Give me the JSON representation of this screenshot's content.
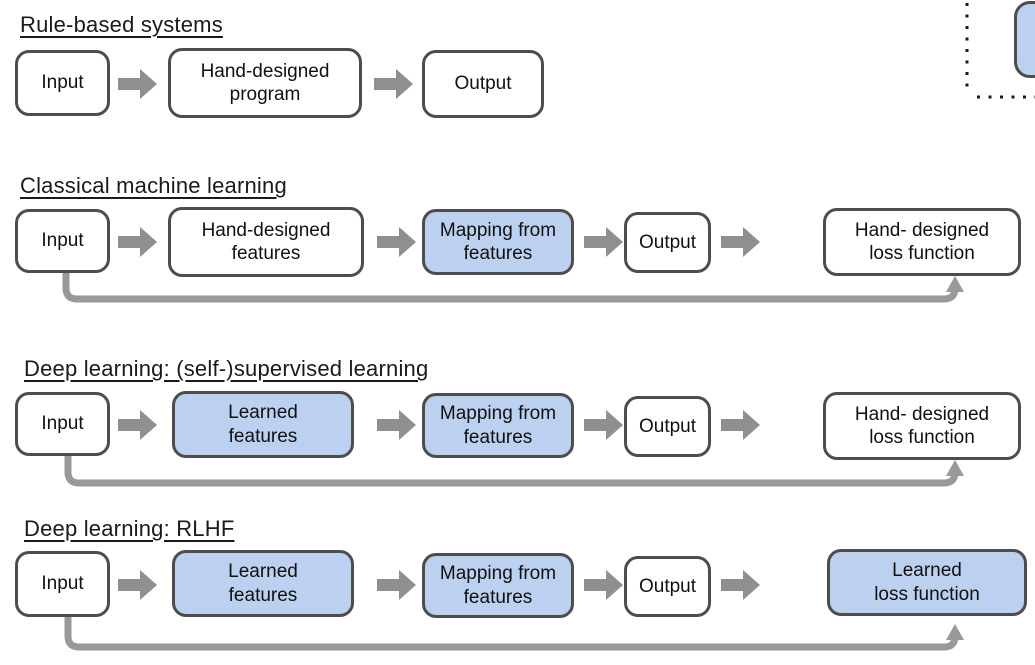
{
  "colors": {
    "box_border": "#4d4d4d",
    "box_fill": "#ffffff",
    "box_fill_blue": "#bcd0f0",
    "arrow_gray": "#8f8f8f",
    "feedback_gray": "#999999",
    "text": "#111111",
    "title_color": "#1a1a1a",
    "dotted_border": "#1a1a1a"
  },
  "sections": [
    {
      "title": "Rule-based systems",
      "nodes": [
        {
          "label": "Input"
        },
        {
          "label": "Hand-designed\nprogram"
        },
        {
          "label": "Output"
        }
      ]
    },
    {
      "title": "Classical machine learning",
      "nodes": [
        {
          "label": "Input"
        },
        {
          "label": "Hand-designed\nfeatures"
        },
        {
          "label": "Mapping from\nfeatures"
        },
        {
          "label": "Output"
        },
        {
          "label": "Hand- designed\nloss function"
        }
      ]
    },
    {
      "title": "Deep learning: (self-)supervised learning",
      "nodes": [
        {
          "label": "Input"
        },
        {
          "label": "Learned\nfeatures"
        },
        {
          "label": "Mapping from\nfeatures"
        },
        {
          "label": "Output"
        },
        {
          "label": "Hand- designed\nloss function"
        }
      ]
    },
    {
      "title": "Deep learning: RLHF",
      "nodes": [
        {
          "label": "Input"
        },
        {
          "label": "Learned\nfeatures"
        },
        {
          "label": "Mapping from\nfeatures"
        },
        {
          "label": "Output"
        },
        {
          "label": "Learned\nloss function"
        }
      ]
    }
  ]
}
